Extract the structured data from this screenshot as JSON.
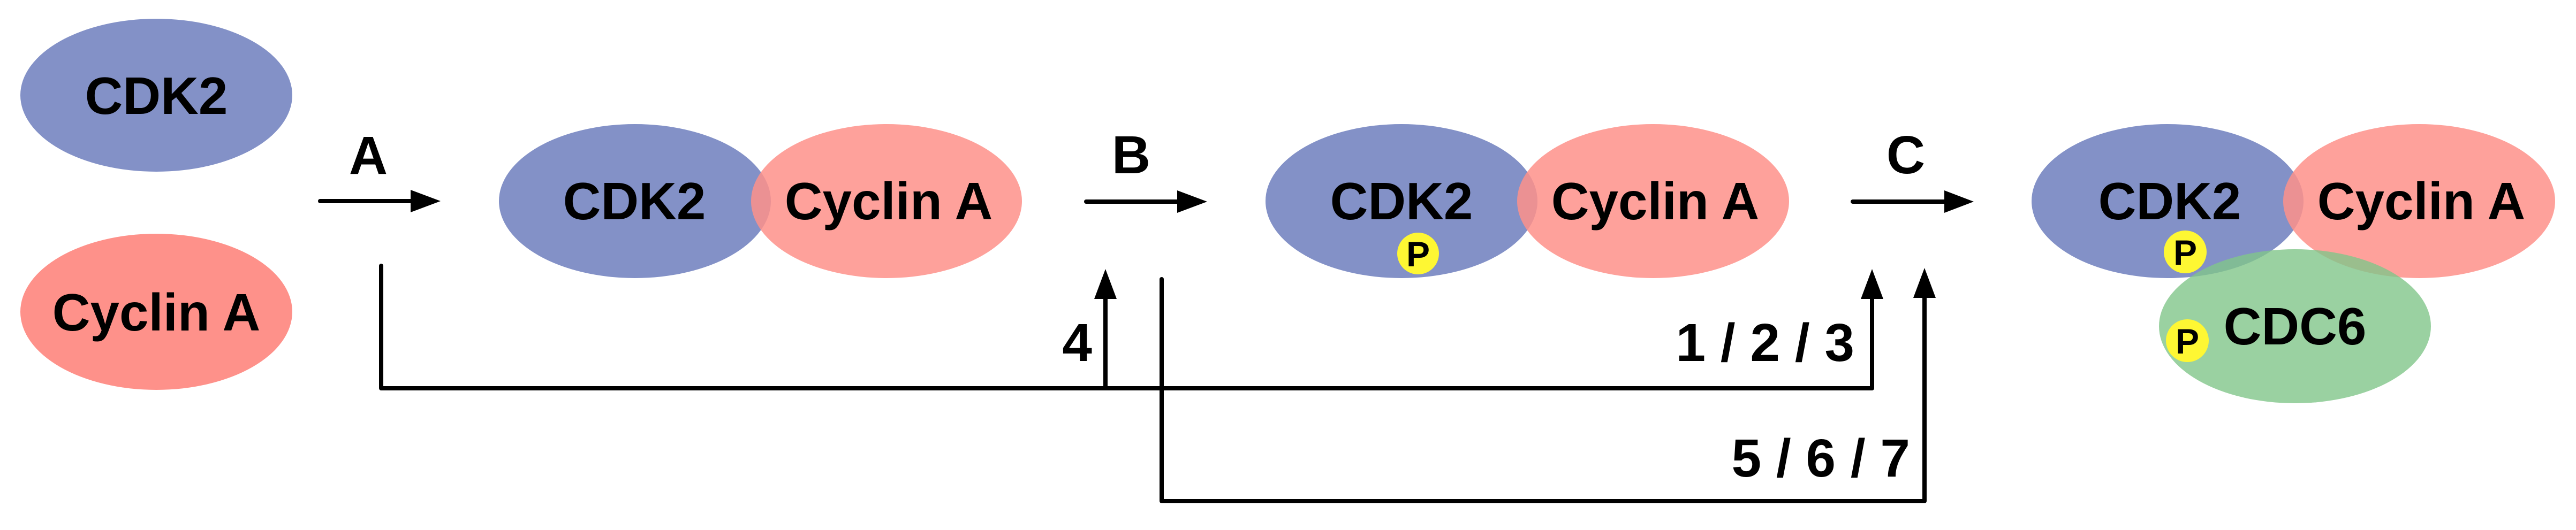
{
  "colors": {
    "cdk2": "#8391C7",
    "cyclin_a": "#FE918A",
    "cdc6": "#81C689",
    "phospho": "#FEF733",
    "ink": "#000000"
  },
  "free_proteins": {
    "cdk2": "CDK2",
    "cyclin_a": "Cyclin A"
  },
  "steps": {
    "a": "A",
    "b": "B",
    "c": "C"
  },
  "complex_1": {
    "cdk2": "CDK2",
    "cyclin_a": "Cyclin A"
  },
  "complex_2": {
    "cdk2": "CDK2",
    "cyclin_a": "Cyclin A",
    "phospho": "P"
  },
  "complex_3": {
    "cdk2": "CDK2",
    "cyclin_a": "Cyclin A",
    "cdc6": "CDC6",
    "phospho_cdk2": "P",
    "phospho_cdc6": "P"
  },
  "routes": {
    "route_4": "4",
    "route_123": "1 / 2 / 3",
    "route_567": "5 / 6 / 7"
  }
}
